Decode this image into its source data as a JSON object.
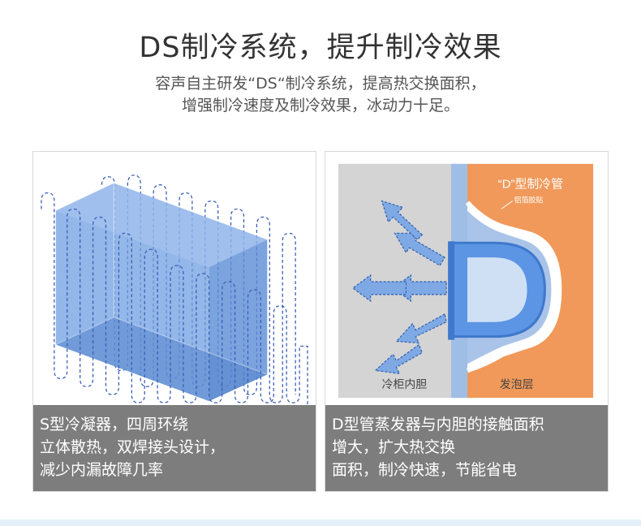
{
  "header": {
    "title": "DS制冷系统，提升制冷效果",
    "subtitle_lines": [
      "容声自主研发“DS“制冷系统，提高热交换面积，",
      "增强制冷速度及制冷效果，冰动力十足。"
    ]
  },
  "panels": [
    {
      "caption_lines": [
        "S型冷凝器，四周环绕",
        "立体散热，双焊接头设计，",
        "减少内漏故障几率"
      ]
    },
    {
      "labels": {
        "d_tube": "“D”型制冷管",
        "foil": "铝箔胶贴",
        "inner_liner": "冷柜内胆",
        "foam_layer": "发泡层"
      },
      "caption_lines": [
        "D型管蒸发器与内胆的接触面积",
        "增大，扩大热交换",
        "面积，制冷快速，节能省电"
      ]
    }
  ],
  "colors": {
    "caption_bg": "#7d7d7d",
    "box_fill": "#6f9fe0",
    "foam": "#f0995a",
    "liner": "#d4d4d4",
    "d_tube": "#4f8fe0"
  }
}
